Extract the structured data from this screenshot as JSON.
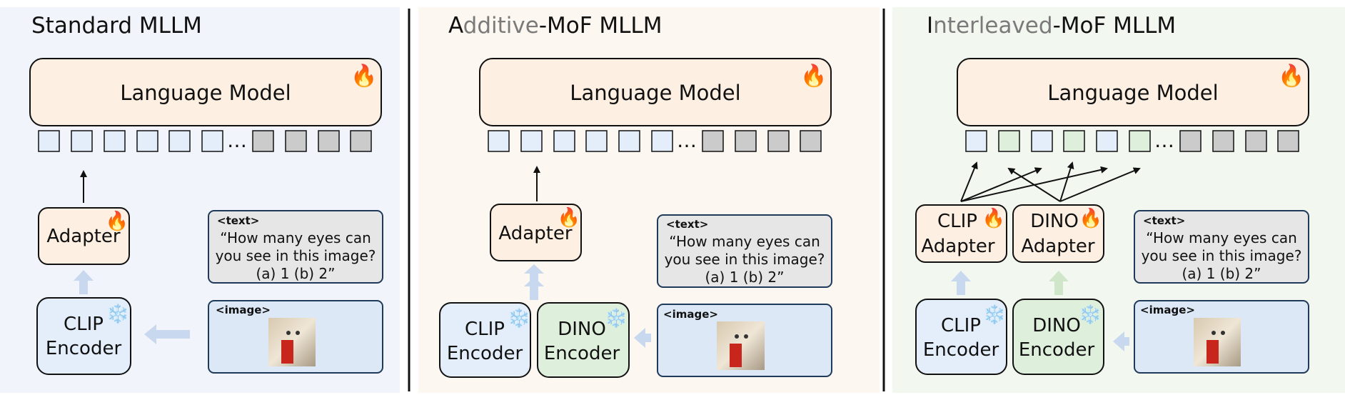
{
  "panels": [
    {
      "title": "Standard MLLM",
      "title_highlight": "",
      "title_muted": "",
      "title_rest": "",
      "language_model": "Language Model",
      "adapter_labels": [
        "Adapter"
      ],
      "encoder_labels": [
        [
          "CLIP",
          "Encoder"
        ]
      ],
      "text_tag": "<text>",
      "question_lines": [
        "“How many eyes can",
        "you see in this image?",
        "(a) 1 (b) 2”"
      ],
      "image_tag": "<image>"
    },
    {
      "title": "",
      "title_highlight": "A",
      "title_muted": "dditive",
      "title_rest": "-MoF MLLM",
      "language_model": "Language Model",
      "adapter_labels": [
        "Adapter"
      ],
      "encoder_labels": [
        [
          "CLIP",
          "Encoder"
        ],
        [
          "DINO",
          "Encoder"
        ]
      ],
      "text_tag": "<text>",
      "question_lines": [
        "“How many eyes can",
        "you see in this image?",
        "(a) 1 (b) 2”"
      ],
      "image_tag": "<image>"
    },
    {
      "title": "",
      "title_highlight": "I",
      "title_muted": "nterleaved",
      "title_rest": "-MoF MLLM",
      "language_model": "Language Model",
      "adapter_labels": [
        [
          "CLIP",
          "Adapter"
        ],
        [
          "DINO",
          "Adapter"
        ]
      ],
      "encoder_labels": [
        [
          "CLIP",
          "Encoder"
        ],
        [
          "DINO",
          "Encoder"
        ]
      ],
      "text_tag": "<text>",
      "question_lines": [
        "“How many eyes can",
        "you see in this image?",
        "(a) 1 (b) 2”"
      ],
      "image_tag": "<image>"
    }
  ],
  "ellipsis": "…",
  "icons": {
    "trainable": "fire-icon",
    "frozen": "snowflake-icon"
  },
  "colors": {
    "panel1_bg": "#f1f5fb",
    "panel2_bg": "#fcf7f0",
    "panel3_bg": "#f2f7ef",
    "lm_fill": "#fdefe2",
    "clip_fill": "#e3eefa",
    "dino_fill": "#deefdb",
    "image_fill": "#dde8f6",
    "text_fill": "#e6e6e6",
    "token_gray": "#cbcbcb",
    "arrow_pale_blue": "#c8d8ef",
    "arrow_pale_green": "#cfe6c8"
  }
}
